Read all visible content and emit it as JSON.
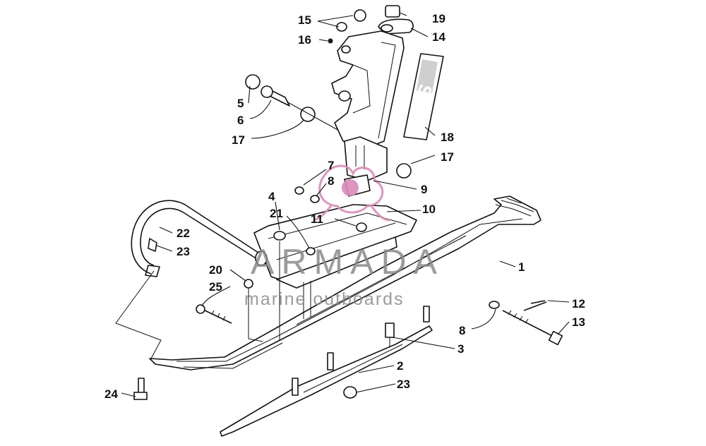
{
  "parts": [
    {
      "id": "p1",
      "number": "1"
    },
    {
      "id": "p2",
      "number": "2"
    },
    {
      "id": "p3",
      "number": "3"
    },
    {
      "id": "p4",
      "number": "4"
    },
    {
      "id": "p5",
      "number": "5"
    },
    {
      "id": "p6",
      "number": "6"
    },
    {
      "id": "p7",
      "number": "7"
    },
    {
      "id": "p8a",
      "number": "8"
    },
    {
      "id": "p8b",
      "number": "8"
    },
    {
      "id": "p9",
      "number": "9"
    },
    {
      "id": "p10",
      "number": "10"
    },
    {
      "id": "p11",
      "number": "11"
    },
    {
      "id": "p12",
      "number": "12"
    },
    {
      "id": "p13",
      "number": "13"
    },
    {
      "id": "p14",
      "number": "14"
    },
    {
      "id": "p15",
      "number": "15"
    },
    {
      "id": "p16",
      "number": "16"
    },
    {
      "id": "p17a",
      "number": "17"
    },
    {
      "id": "p17b",
      "number": "17"
    },
    {
      "id": "p18",
      "number": "18"
    },
    {
      "id": "p19",
      "number": "19"
    },
    {
      "id": "p20",
      "number": "20"
    },
    {
      "id": "p21",
      "number": "21"
    },
    {
      "id": "p22",
      "number": "22"
    },
    {
      "id": "p23a",
      "number": "23"
    },
    {
      "id": "p23b",
      "number": "23"
    },
    {
      "id": "p24",
      "number": "24"
    },
    {
      "id": "p25",
      "number": "25"
    }
  ],
  "decal": {
    "text": "AWS"
  },
  "watermark": {
    "brand": "ARMADA",
    "tagline": "marine outboards",
    "logo_color": "#d98bb8",
    "text_color": "#8a8a8a"
  }
}
